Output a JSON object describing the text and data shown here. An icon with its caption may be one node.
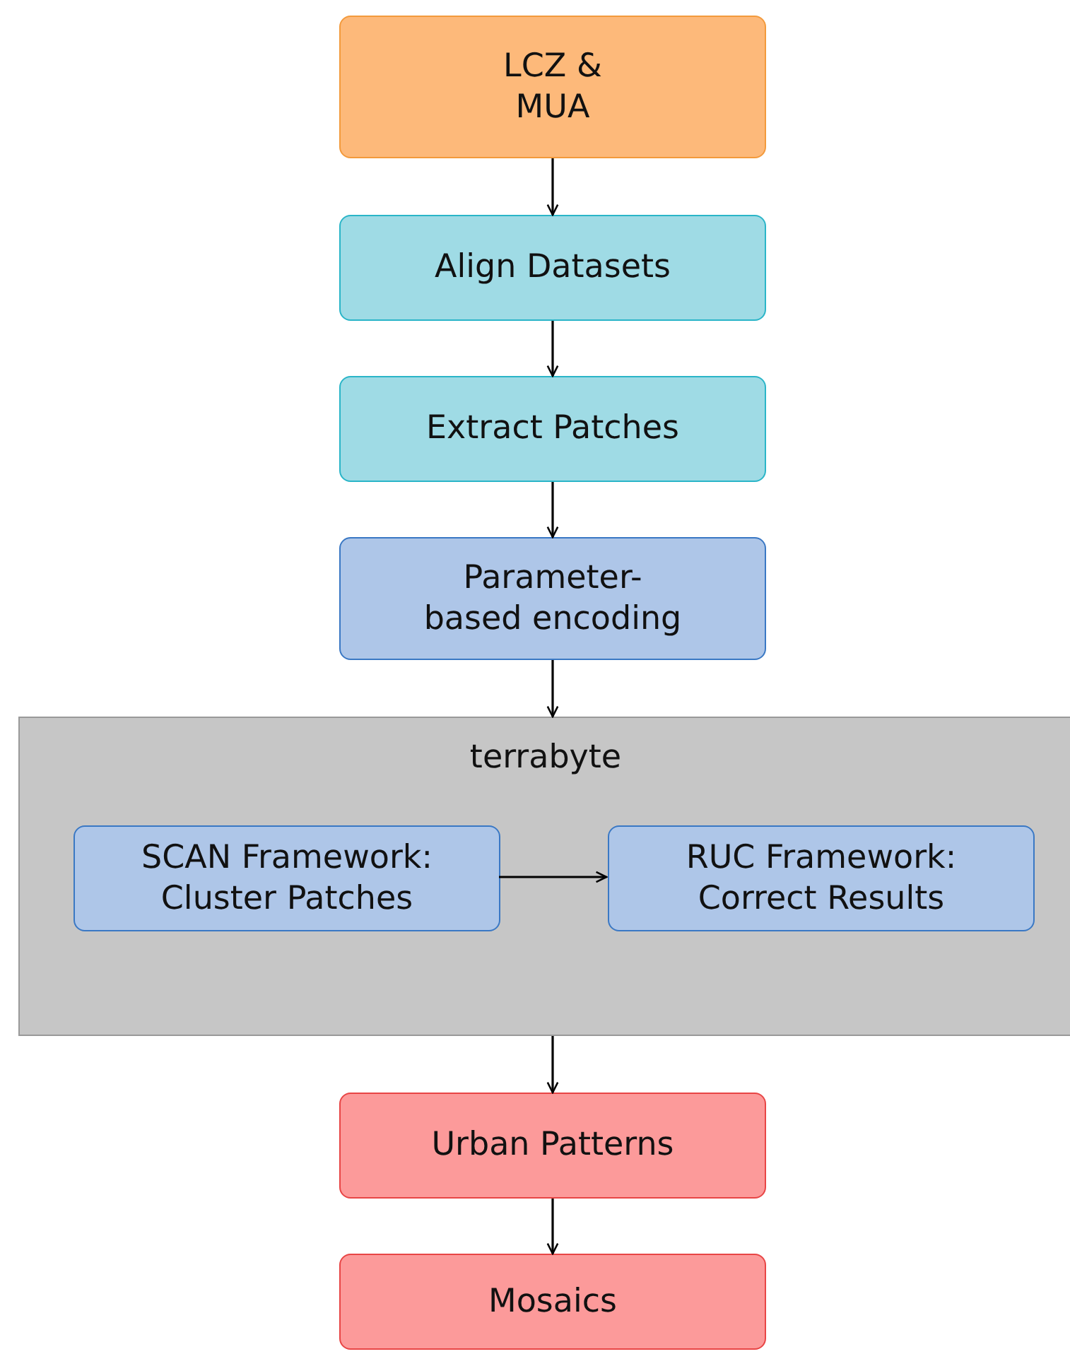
{
  "diagram": {
    "nodes": [
      {
        "text": [
          "LCZ & MUA"
        ]
      },
      {
        "text": [
          "Align Datasets"
        ]
      },
      {
        "text": [
          "Extract Patches"
        ]
      },
      {
        "text": [
          "Parameter- based encoding"
        ]
      },
      {
        "text": [
          "terrabyte"
        ]
      },
      {
        "text": [
          "SCAN Framework: Cluster Patches"
        ],
        "in": 4
      },
      {
        "text": [
          "RUC Framework: Correct Results"
        ],
        "in": 4
      },
      {
        "text": [
          "Urban Patterns"
        ]
      },
      {
        "text": [
          "Mosaics"
        ]
      }
    ],
    "edges": [
      {
        "from": 0,
        "to": 1,
        "arrow": "to"
      },
      {
        "from": 1,
        "to": 2,
        "arrow": "to"
      },
      {
        "from": 2,
        "to": 3,
        "arrow": "to"
      },
      {
        "from": 3,
        "to": 4,
        "arrow": "to"
      },
      {
        "from": 5,
        "to": 6,
        "arrow": "to"
      },
      {
        "from": 4,
        "to": 7,
        "arrow": "to"
      },
      {
        "from": 7,
        "to": 8,
        "arrow": "to"
      }
    ]
  }
}
